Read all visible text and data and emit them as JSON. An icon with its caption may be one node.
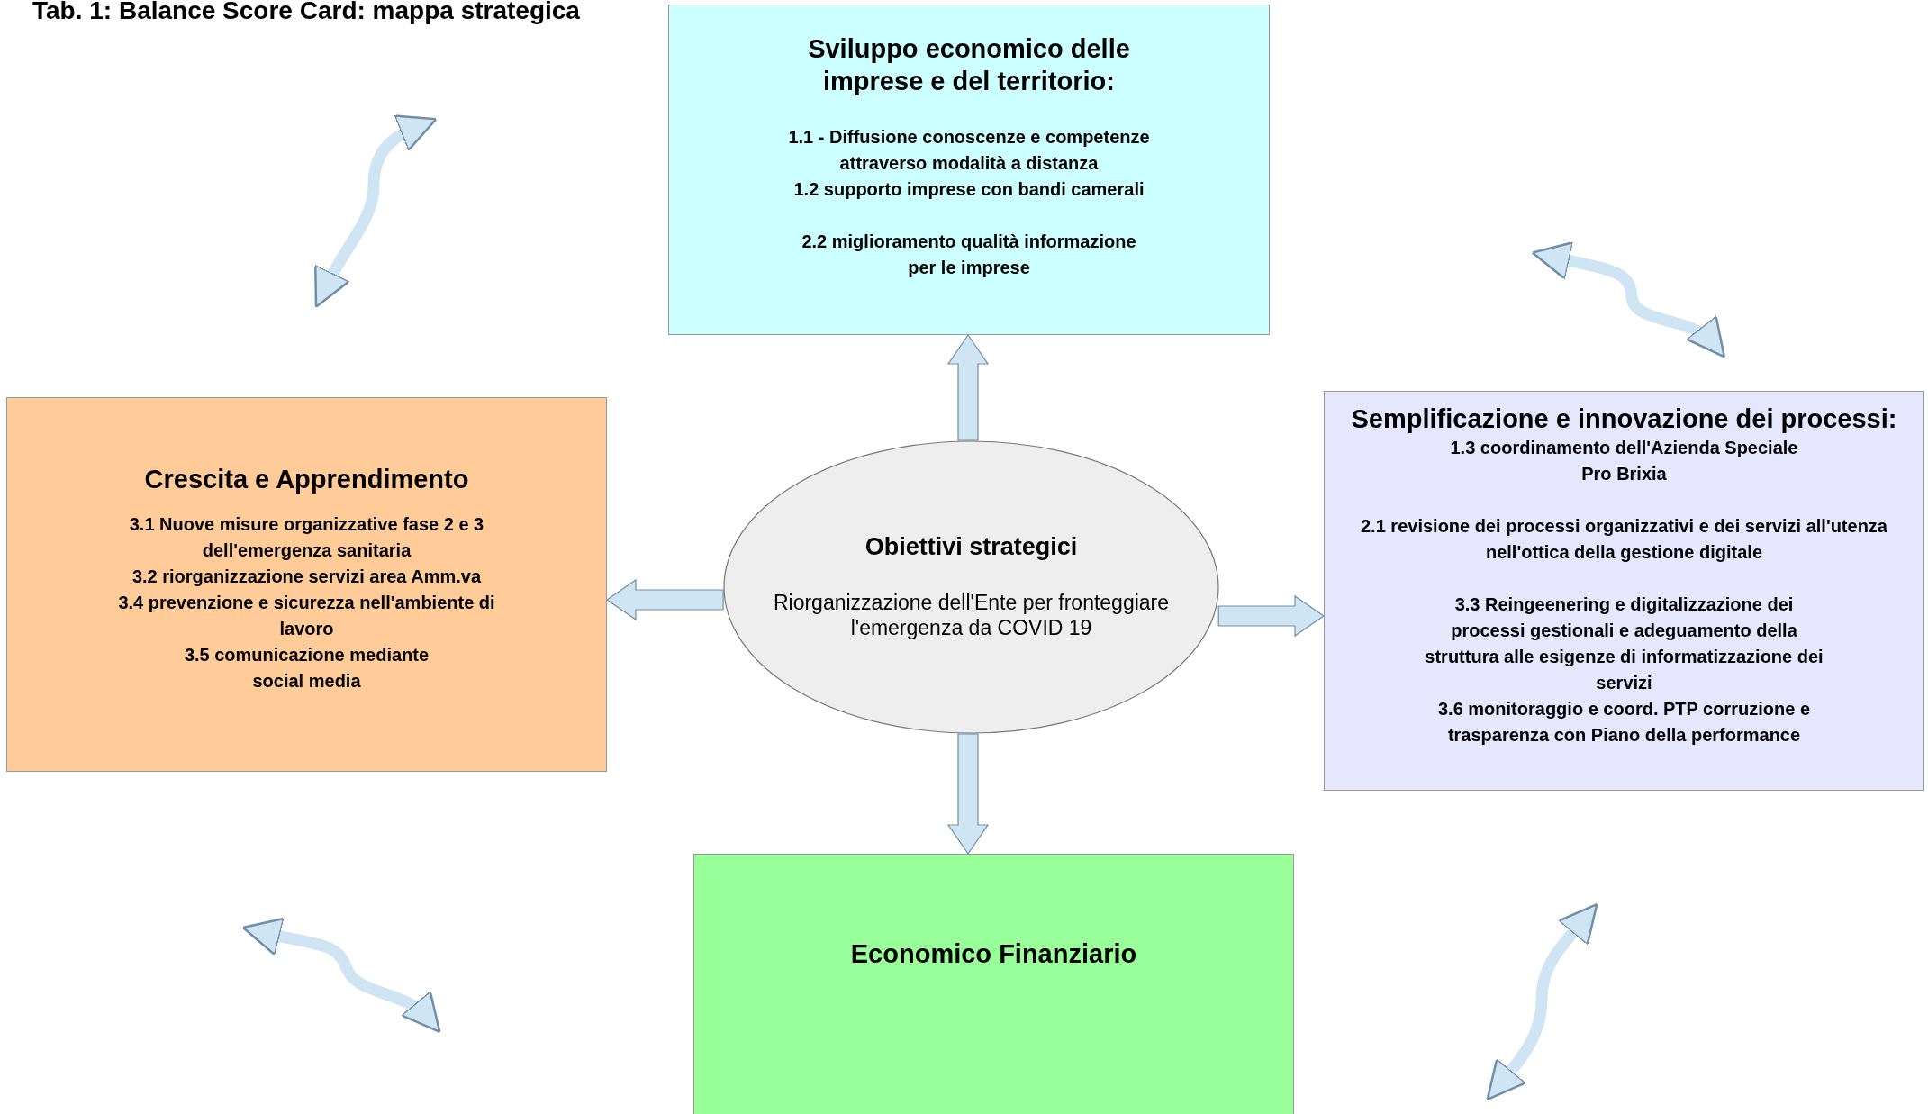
{
  "diagram": {
    "title": "Tab. 1: Balance Score Card: mappa strategica",
    "nodes": [
      {
        "text": [
          "Obiettivi strategici",
          "Riorganizzazione dell'Ente per fronteggiare l'emergenza da COVID 19"
        ]
      },
      {
        "text": [
          "Sviluppo economico delle imprese e del territorio:",
          "1.1 - Diffusione conoscenze e competenze attraverso modalità a distanza",
          "1.2 supporto imprese con bandi camerali",
          "2.2 miglioramento qualità informazione per le imprese"
        ]
      },
      {
        "text": [
          "Crescita e Apprendimento",
          "3.1 Nuove misure organizzative fase 2 e 3 dell'emergenza sanitaria",
          "3.2 riorganizzazione servizi area Amm.va",
          "3.4 prevenzione e sicurezza nell'ambiente di lavoro",
          "3.5 comunicazione mediante social media"
        ]
      },
      {
        "text": [
          "Semplificazione e innovazione dei processi:",
          "1.3 coordinamento dell'Azienda Speciale Pro Brixia",
          "2.1 revisione dei processi organizzativi e dei servizi all'utenza nell'ottica della gestione digitale",
          "3.3 Reingeenering e digitalizzazione dei processi gestionali e adeguamento della struttura alle esigenze di informatizzazione dei servizi",
          "3.6 monitoraggio e coord. PTP corruzione e trasparenza con Piano della performance"
        ]
      },
      {
        "text": [
          "Economico Finanziario"
        ]
      }
    ],
    "edges": [
      {
        "from": 0,
        "to": 1,
        "arrow": "to"
      },
      {
        "from": 0,
        "to": 2,
        "arrow": "to"
      },
      {
        "from": 0,
        "to": 3,
        "arrow": "to"
      },
      {
        "from": 0,
        "to": 4,
        "arrow": "to"
      }
    ]
  }
}
